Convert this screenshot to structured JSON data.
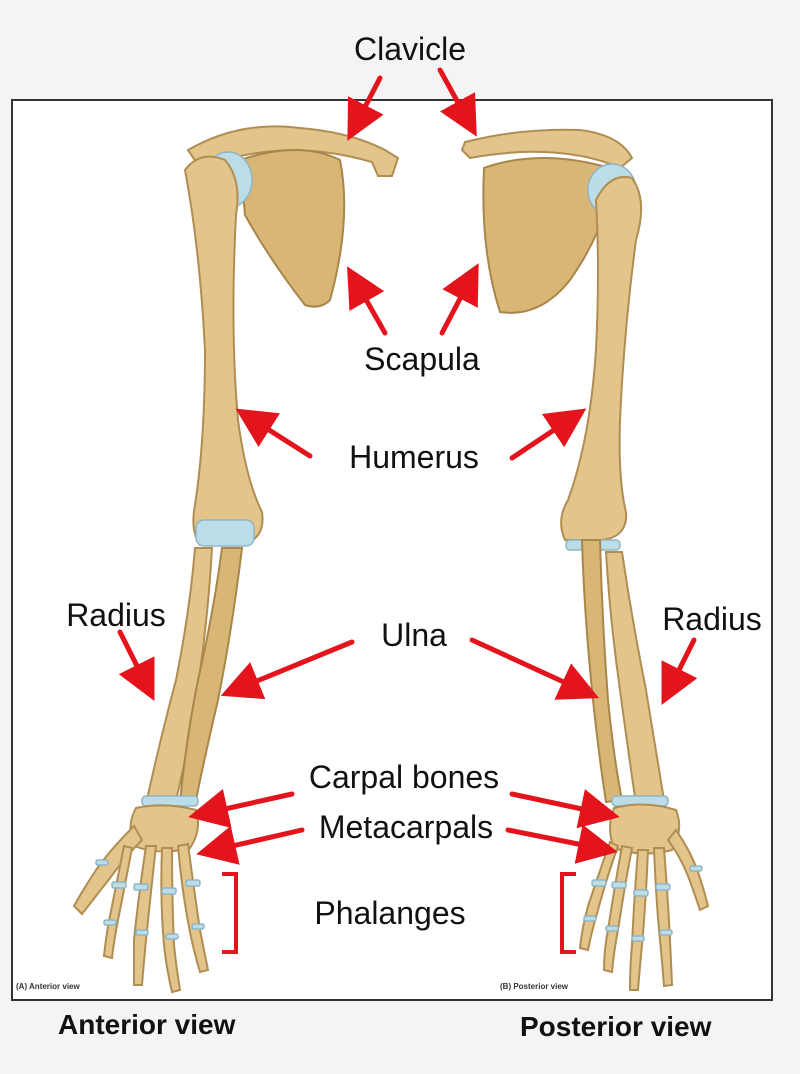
{
  "labels": {
    "clavicle": "Clavicle",
    "scapula": "Scapula",
    "humerus": "Humerus",
    "radius_left": "Radius",
    "radius_right": "Radius",
    "ulna": "Ulna",
    "carpal_bones": "Carpal bones",
    "metacarpals": "Metacarpals",
    "phalanges": "Phalanges"
  },
  "captions": {
    "anterior": "Anterior view",
    "posterior": "Posterior view",
    "panel_a": "(A) Anterior view",
    "panel_b": "(B) Posterior view"
  },
  "colors": {
    "arrow": "#e3141b",
    "bone": "#e3c48a",
    "cartilage": "#bcdde8"
  }
}
